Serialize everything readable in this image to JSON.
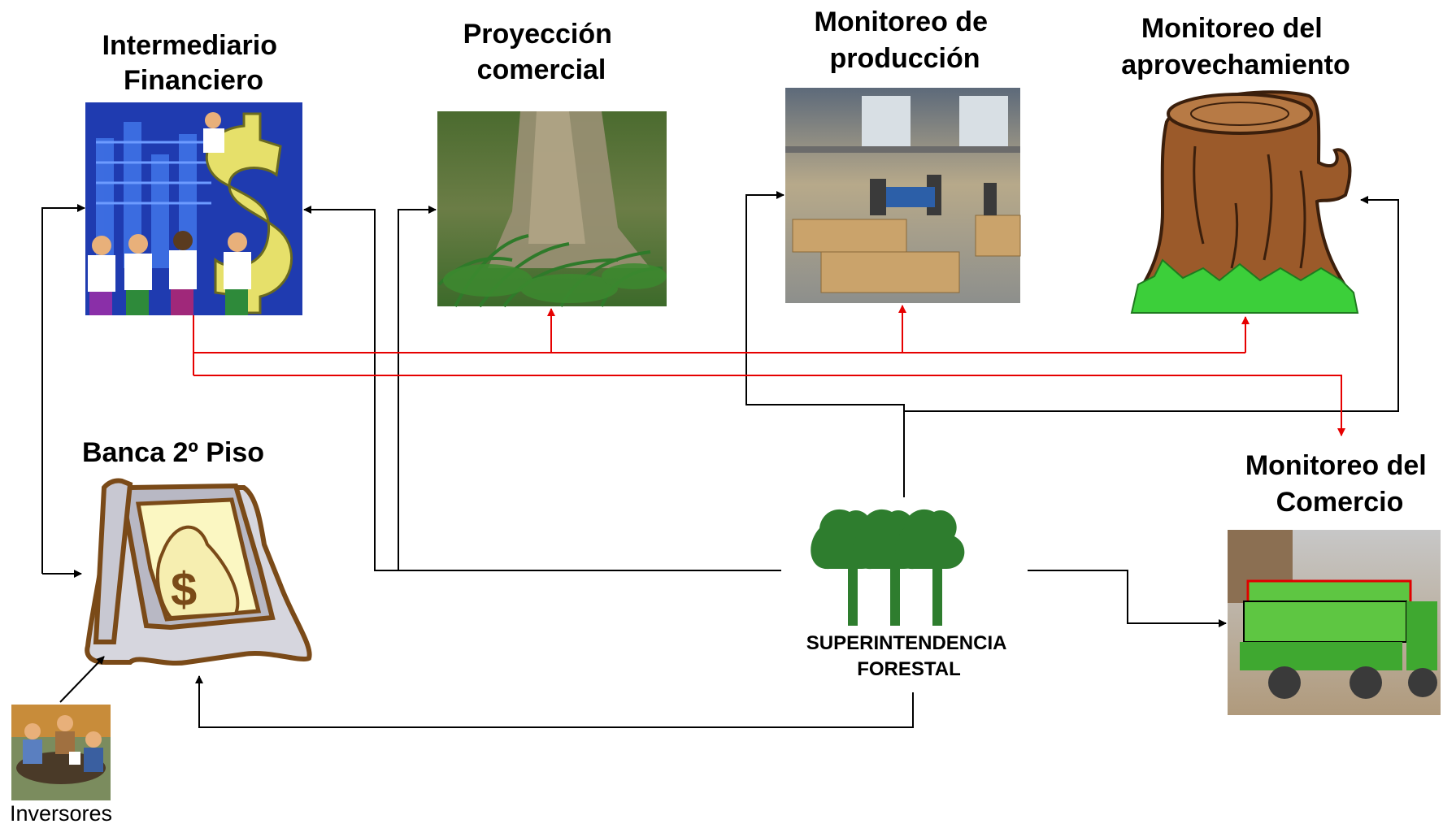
{
  "nodes": {
    "intermediario": {
      "title_lines": [
        "Intermediario",
        "Financiero"
      ],
      "icon": "finance-dollar-icon"
    },
    "proyeccion": {
      "title_lines": [
        "Proyección",
        "comercial"
      ],
      "icon": "forest-photo"
    },
    "produccion": {
      "title_lines": [
        "Monitoreo de",
        "producción"
      ],
      "icon": "sawmill-photo"
    },
    "aprovechamiento": {
      "title_lines": [
        "Monitoreo del",
        "aprovechamiento"
      ],
      "icon": "tree-stump-icon"
    },
    "banca": {
      "title_lines": [
        "Banca 2º Piso"
      ],
      "icon": "bank-money-bag-icon"
    },
    "comercio": {
      "title_lines": [
        "Monitoreo del",
        "Comercio"
      ],
      "icon": "truck-photo"
    },
    "superintendencia": {
      "title_lines": [
        "SUPERINTENDENCIA",
        "FORESTAL"
      ],
      "icon": "three-trees-icon"
    },
    "inversores": {
      "title_lines": [
        "Inversores"
      ],
      "icon": "meeting-people-icon"
    }
  },
  "colors": {
    "black_connector": "#000000",
    "red_connector": "#e60000",
    "finance_bg": "#1f3bb0",
    "tree_green": "#2e7d2e",
    "stump_brown": "#9b5a2a",
    "truck_green": "#5ec642"
  }
}
